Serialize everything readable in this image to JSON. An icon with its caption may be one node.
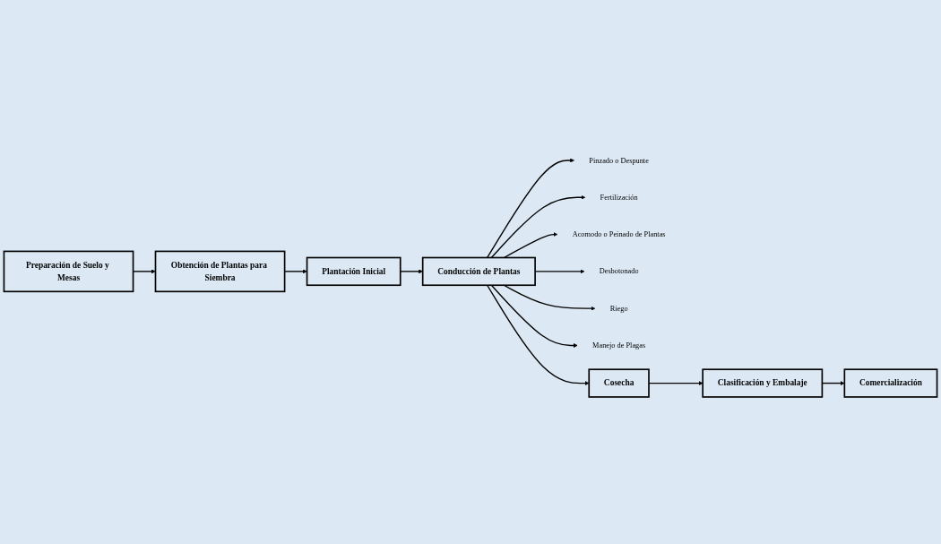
{
  "diagram": {
    "nodes": [
      {
        "text": [
          "Preparación de Suelo y Mesas"
        ]
      },
      {
        "text": [
          "Obtención de Plantas para Siembra"
        ]
      },
      {
        "text": [
          "Plantación Inicial"
        ]
      },
      {
        "text": [
          "Conducción de Plantas"
        ]
      },
      {
        "text": [
          "Pinzado o Despunte"
        ]
      },
      {
        "text": [
          "Fertilización"
        ]
      },
      {
        "text": [
          "Acomodo o Peinado de Plantas"
        ]
      },
      {
        "text": [
          "Desbotonado"
        ]
      },
      {
        "text": [
          "Riego"
        ]
      },
      {
        "text": [
          "Manejo de Plagas"
        ]
      },
      {
        "text": [
          "Cosecha"
        ]
      },
      {
        "text": [
          "Clasificación y Embalaje"
        ]
      },
      {
        "text": [
          "Comercialización"
        ]
      }
    ],
    "edges": [
      {
        "from": 0,
        "to": 1,
        "arrow": "to"
      },
      {
        "from": 1,
        "to": 2,
        "arrow": "to"
      },
      {
        "from": 2,
        "to": 3,
        "arrow": "to"
      },
      {
        "from": 3,
        "to": 4,
        "arrow": "to"
      },
      {
        "from": 3,
        "to": 5,
        "arrow": "to"
      },
      {
        "from": 3,
        "to": 6,
        "arrow": "to"
      },
      {
        "from": 3,
        "to": 7,
        "arrow": "to"
      },
      {
        "from": 3,
        "to": 8,
        "arrow": "to"
      },
      {
        "from": 3,
        "to": 9,
        "arrow": "to"
      },
      {
        "from": 3,
        "to": 10,
        "arrow": "to"
      },
      {
        "from": 10,
        "to": 11,
        "arrow": "to"
      },
      {
        "from": 11,
        "to": 12,
        "arrow": "to"
      }
    ]
  }
}
